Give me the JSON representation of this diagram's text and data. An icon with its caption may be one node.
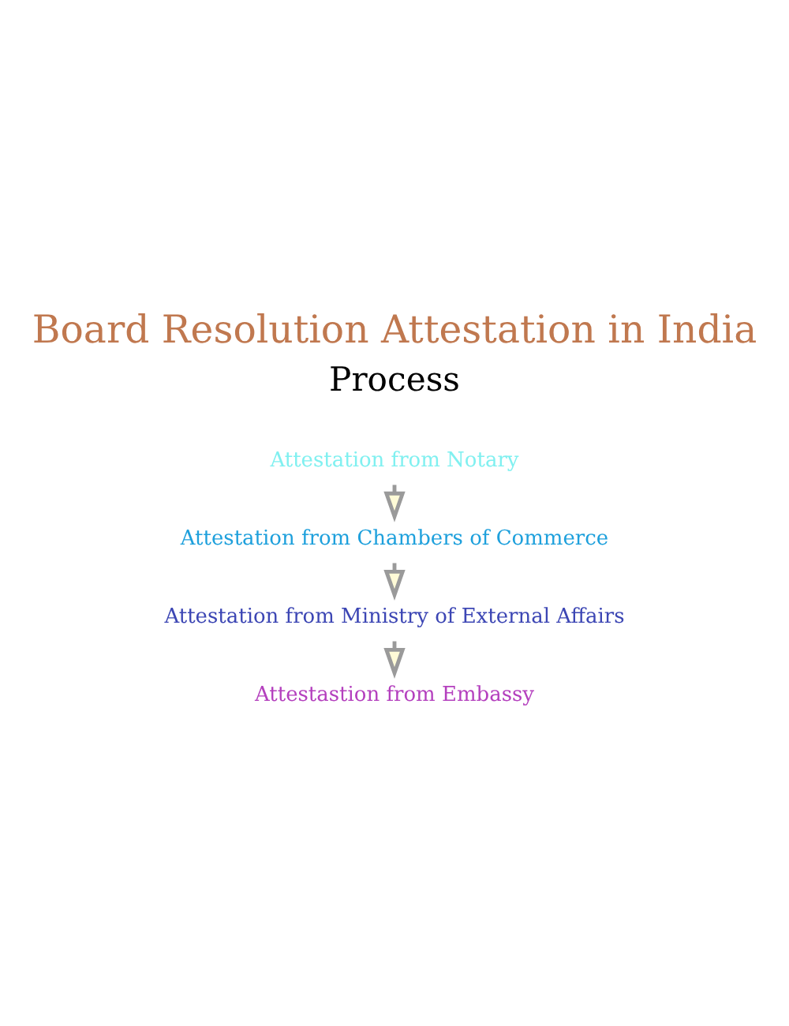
{
  "diagram": {
    "title": "Board Resolution Attestation in India",
    "nodes": [
      {
        "text": [
          "Attestation from Notary"
        ]
      },
      {
        "text": [
          "Attestation from Chambers of Commerce"
        ]
      },
      {
        "text": [
          "Attestation from Ministry of External Affairs"
        ]
      },
      {
        "text": [
          "Attestastion from Embassy"
        ]
      }
    ],
    "edges": [
      {
        "from": 0,
        "to": 1,
        "arrow": "to"
      },
      {
        "from": 1,
        "to": 2,
        "arrow": "to"
      },
      {
        "from": 2,
        "to": 3,
        "arrow": "to"
      }
    ],
    "labels": [
      "Process"
    ]
  }
}
